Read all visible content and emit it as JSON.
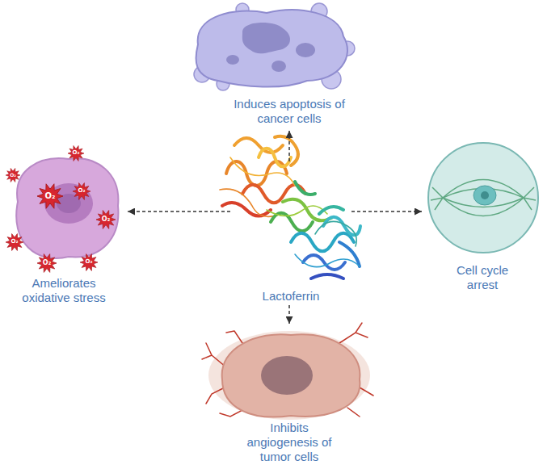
{
  "diagram": {
    "nodes": [
      {
        "text": [
          "Induces apoptosis of cancer cells"
        ]
      },
      {
        "text": [
          "Ameliorates oxidative stress"
        ]
      },
      {
        "text": [
          "Lactoferrin"
        ]
      },
      {
        "text": [
          "Cell cycle arrest"
        ]
      },
      {
        "text": [
          "Inhibits angiogenesis of tumor cells"
        ]
      }
    ],
    "edges": [
      {
        "from": 2,
        "to": 0,
        "arrow": "to"
      },
      {
        "from": 2,
        "to": 1,
        "arrow": "to"
      },
      {
        "from": 2,
        "to": 3,
        "arrow": "to"
      },
      {
        "from": 2,
        "to": 4,
        "arrow": "to"
      }
    ],
    "labels": [
      "O₂",
      "O₂",
      "O₂",
      "O₂",
      "O₂",
      "O₂",
      "O₂",
      "O₂"
    ]
  }
}
